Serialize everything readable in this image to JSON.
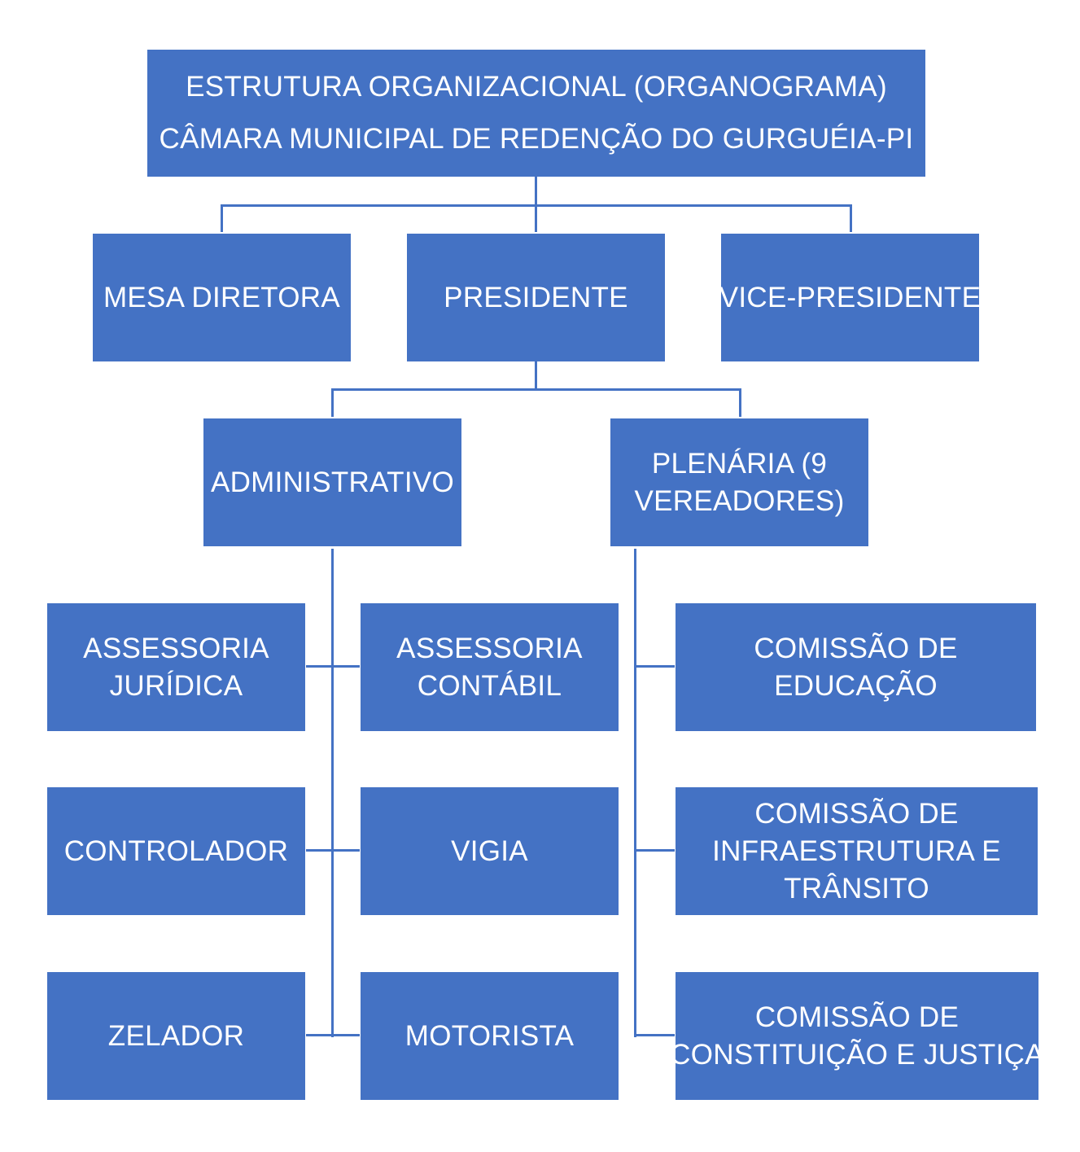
{
  "title": {
    "line1": "ESTRUTURA ORGANIZACIONAL (ORGANOGRAMA)",
    "line2": "CÂMARA MUNICIPAL DE REDENÇÃO DO GURGUÉIA-PI"
  },
  "level1": {
    "mesa_diretora": "MESA DIRETORA",
    "presidente": "PRESIDENTE",
    "vice_presidente": "VICE-PRESIDENTE"
  },
  "level2": {
    "administrativo": "ADMINISTRATIVO",
    "plenaria_line1": "PLENÁRIA (9",
    "plenaria_line2": "VEREADORES)"
  },
  "administrativo_units": {
    "assessoria_juridica_line1": "ASSESSORIA",
    "assessoria_juridica_line2": "JURÍDICA",
    "assessoria_contabil_line1": "ASSESSORIA",
    "assessoria_contabil_line2": "CONTÁBIL",
    "controlador": "CONTROLADOR",
    "vigia": "VIGIA",
    "zelador": "ZELADOR",
    "motorista": "MOTORISTA"
  },
  "plenaria_units": {
    "educacao_line1": "COMISSÃO DE",
    "educacao_line2": "EDUCAÇÃO",
    "infra_line1": "COMISSÃO DE",
    "infra_line2": "INFRAESTRUTURA E",
    "infra_line3": "TRÂNSITO",
    "justica_line1": "COMISSÃO DE",
    "justica_line2": "CONSTITUIÇÃO E JUSTIÇA"
  },
  "colors": {
    "box_fill": "#4472c4",
    "box_text": "#ffffff",
    "connector": "#4472c4"
  }
}
